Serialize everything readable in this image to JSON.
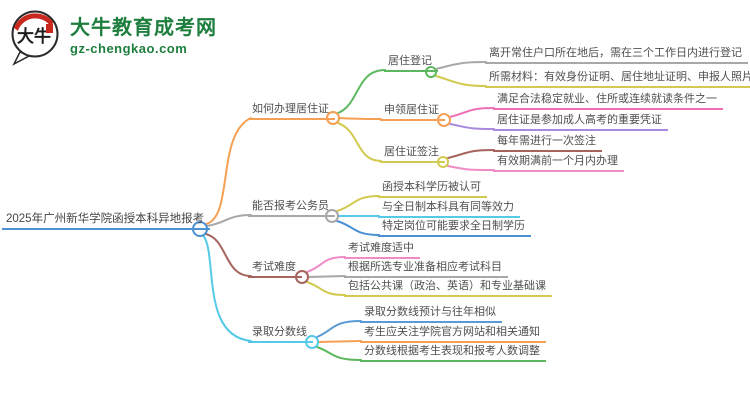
{
  "logo": {
    "icon_text": "大牛",
    "site_name": "大牛教育成考网",
    "site_url": "gz-chengkao.com",
    "brand_color": "#1e7e3e",
    "icon_accent": "#c8281e"
  },
  "mindmap": {
    "background": "#ffffff",
    "text_color": "#4f4f4f",
    "root": {
      "label": "2025年广州新华学院函授本科异地报考",
      "color": "#4a90d2"
    },
    "branches": [
      {
        "label": "如何办理居住证",
        "color": "#f5a054",
        "children": [
          {
            "label": "居住登记",
            "color": "#5cb85c",
            "children": [
              {
                "label": "离开常住户口所在地后，需在三个工作日内进行登记",
                "color": "#a8a8a8"
              },
              {
                "label": "所需材料：有效身份证明、居住地址证明、申报人照片",
                "color": "#d2c94f"
              }
            ]
          },
          {
            "label": "申领居住证",
            "color": "#f5a054",
            "children": [
              {
                "label": "满足合法稳定就业、住所或连续就读条件之一",
                "color": "#ee6fb5"
              },
              {
                "label": "居住证是参加成人高考的重要凭证",
                "color": "#a98ae0"
              }
            ]
          },
          {
            "label": "居住证签注",
            "color": "#d2c94f",
            "children": [
              {
                "label": "每年需进行一次签注",
                "color": "#a5655e"
              },
              {
                "label": "有效期满前一个月内办理",
                "color": "#f08bc7"
              }
            ]
          }
        ]
      },
      {
        "label": "能否报考公务员",
        "color": "#a8a8a8",
        "children": [
          {
            "label": "函授本科学历被认可",
            "color": "#d2c94f"
          },
          {
            "label": "与全日制本科具有同等效力",
            "color": "#56c9e8"
          },
          {
            "label": "特定岗位可能要求全日制学历",
            "color": "#4a90d2"
          }
        ]
      },
      {
        "label": "考试难度",
        "color": "#a5655e",
        "children": [
          {
            "label": "考试难度适中",
            "color": "#f08bc7"
          },
          {
            "label": "根据所选专业准备相应考试科目",
            "color": "#a8a8a8"
          },
          {
            "label": "包括公共课（政治、英语）和专业基础课",
            "color": "#d2c94f"
          }
        ]
      },
      {
        "label": "录取分数线",
        "color": "#56c9e8",
        "children": [
          {
            "label": "录取分数线预计与往年相似",
            "color": "#5b9bd5"
          },
          {
            "label": "考生应关注学院官方网站和相关通知",
            "color": "#f5a054"
          },
          {
            "label": "分数线根据考生表现和报考人数调整",
            "color": "#5cb85c"
          }
        ]
      }
    ]
  }
}
